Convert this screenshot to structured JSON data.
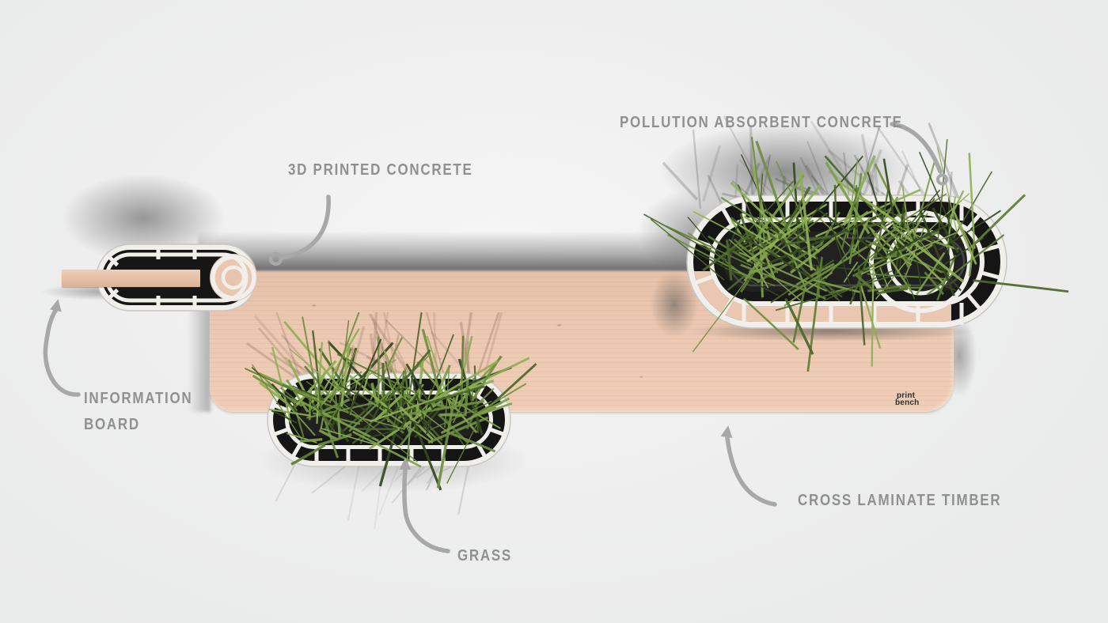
{
  "annotations": {
    "pollution_concrete": "POLLUTION ABSORBENT CONCRETE",
    "printed_concrete": "3D PRINTED CONCRETE",
    "information_board_line1": "INFORMATION",
    "information_board_line2": "BOARD",
    "grass": "GRASS",
    "cross_laminate_timber": "CROSS LAMINATE TIMBER"
  },
  "logo": {
    "line1": "print",
    "line2": "bench"
  },
  "colors": {
    "background": "#ebecec",
    "label_text": "#909090",
    "arrow": "#a8a8a8",
    "wood": "#eac7b0",
    "frame_white": "#f0efec",
    "planter_dark": "#151515",
    "grass_palette": [
      "#36491f",
      "#4c672a",
      "#5f7d33",
      "#6f9040",
      "#7fa049",
      "#8fae54"
    ]
  }
}
